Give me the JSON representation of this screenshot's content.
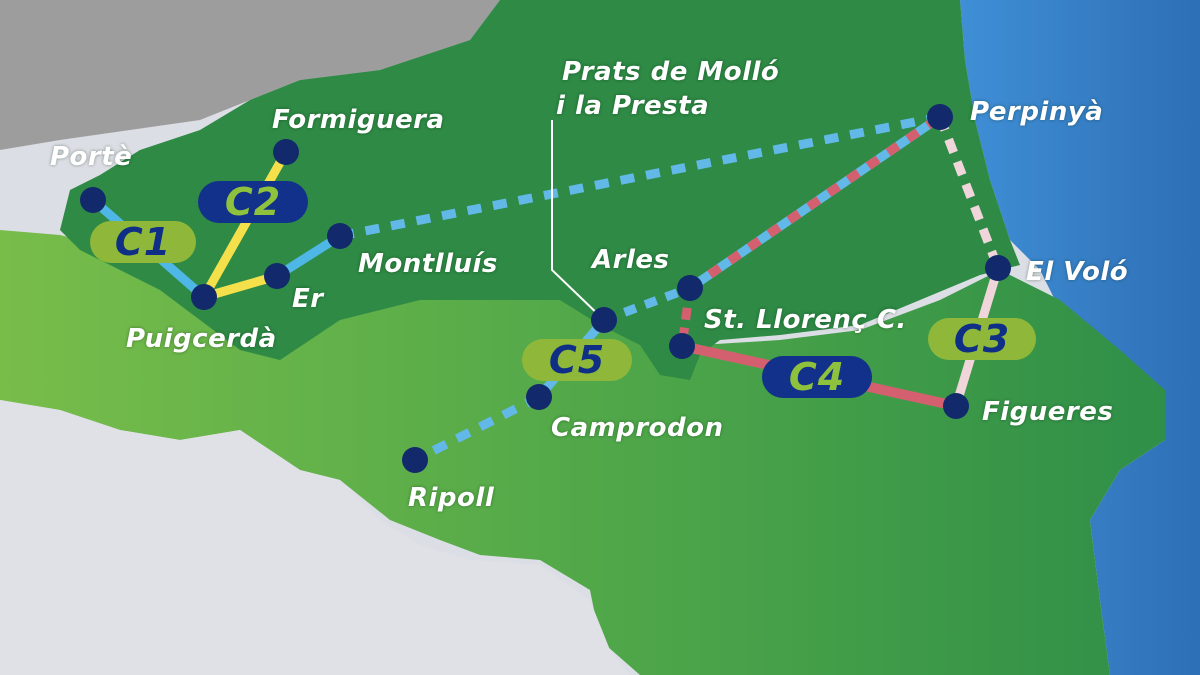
{
  "colors": {
    "land_light": "#5fb148",
    "land_dark": "#2c8240",
    "sea": "#2f7fc6",
    "france_grey": "#9a9a9a",
    "stop": "#12296b",
    "line_c1": "#4fb7e6",
    "line_c2": "#f4e04a",
    "line_c3": "#f0d6da",
    "line_c4": "#d4606f",
    "line_c5_dots": "#5fb8ea"
  },
  "stops": {
    "porte": "Portè",
    "formiguera": "Formiguera",
    "montlluis": "Montlluís",
    "er": "Er",
    "puigcerda": "Puigcerdà",
    "prats_line1": "Prats de Molló",
    "prats_line2": "i la Presta",
    "arles": "Arles",
    "perpinya": "Perpinyà",
    "el_volo": "El Voló",
    "st_llorenc": "St. Llorenç C.",
    "figueres": "Figueres",
    "camprodon": "Camprodon",
    "ripoll": "Ripoll"
  },
  "routes": {
    "c1": "C1",
    "c2": "C2",
    "c3": "C3",
    "c4": "C4",
    "c5": "C5"
  }
}
